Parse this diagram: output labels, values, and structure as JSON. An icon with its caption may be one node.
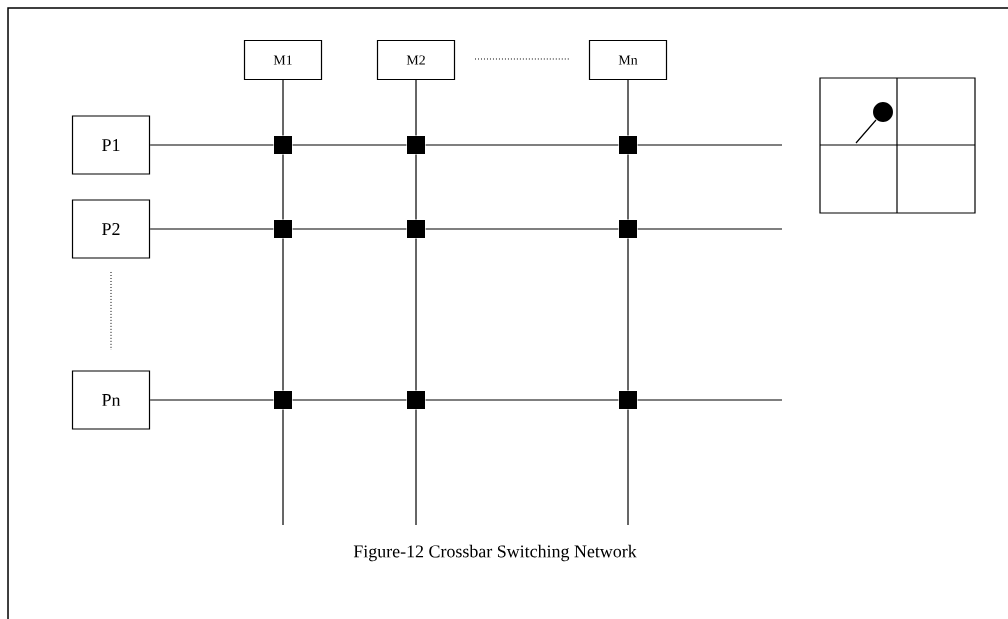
{
  "diagram": {
    "caption": "Figure-12 Crossbar Switching Network",
    "nodes": [
      {
        "text": [
          "M1"
        ]
      },
      {
        "text": [
          "M2"
        ]
      },
      {
        "text": [
          "Mn"
        ]
      },
      {
        "text": [
          "P1"
        ]
      },
      {
        "text": [],
        "shape": "box"
      },
      {
        "text": [],
        "shape": "box"
      },
      {
        "text": [],
        "shape": "box"
      },
      {
        "text": [
          "P2"
        ]
      },
      {
        "text": [],
        "shape": "box"
      },
      {
        "text": [],
        "shape": "box"
      },
      {
        "text": [],
        "shape": "box"
      },
      {
        "text": [
          "Pn"
        ]
      },
      {
        "text": [],
        "shape": "box"
      },
      {
        "text": [],
        "shape": "box"
      },
      {
        "text": [],
        "shape": "box"
      }
    ],
    "edges": [
      {
        "from": 3,
        "to": 4,
        "arrow": "none"
      },
      {
        "from": 4,
        "to": 5,
        "arrow": "none"
      },
      {
        "from": 5,
        "to": 6,
        "arrow": "none"
      },
      {
        "from": 6,
        "to": null,
        "arrow": "none"
      },
      {
        "from": 7,
        "to": 8,
        "arrow": "none"
      },
      {
        "from": 8,
        "to": 9,
        "arrow": "none"
      },
      {
        "from": 9,
        "to": 10,
        "arrow": "none"
      },
      {
        "from": 10,
        "to": null,
        "arrow": "none"
      },
      {
        "from": 11,
        "to": 12,
        "arrow": "none"
      },
      {
        "from": 12,
        "to": 13,
        "arrow": "none"
      },
      {
        "from": 13,
        "to": 14,
        "arrow": "none"
      },
      {
        "from": 14,
        "to": null,
        "arrow": "none"
      },
      {
        "from": 0,
        "to": 4,
        "arrow": "none"
      },
      {
        "from": 4,
        "to": 8,
        "arrow": "none"
      },
      {
        "from": 8,
        "to": 12,
        "arrow": "none"
      },
      {
        "from": 12,
        "to": null,
        "arrow": "none"
      },
      {
        "from": 1,
        "to": 5,
        "arrow": "none"
      },
      {
        "from": 5,
        "to": 9,
        "arrow": "none"
      },
      {
        "from": 9,
        "to": 13,
        "arrow": "none"
      },
      {
        "from": 13,
        "to": null,
        "arrow": "none"
      },
      {
        "from": 2,
        "to": 6,
        "arrow": "none"
      },
      {
        "from": 6,
        "to": 10,
        "arrow": "none"
      },
      {
        "from": 10,
        "to": 14,
        "arrow": "none"
      },
      {
        "from": 14,
        "to": null,
        "arrow": "none"
      }
    ]
  }
}
